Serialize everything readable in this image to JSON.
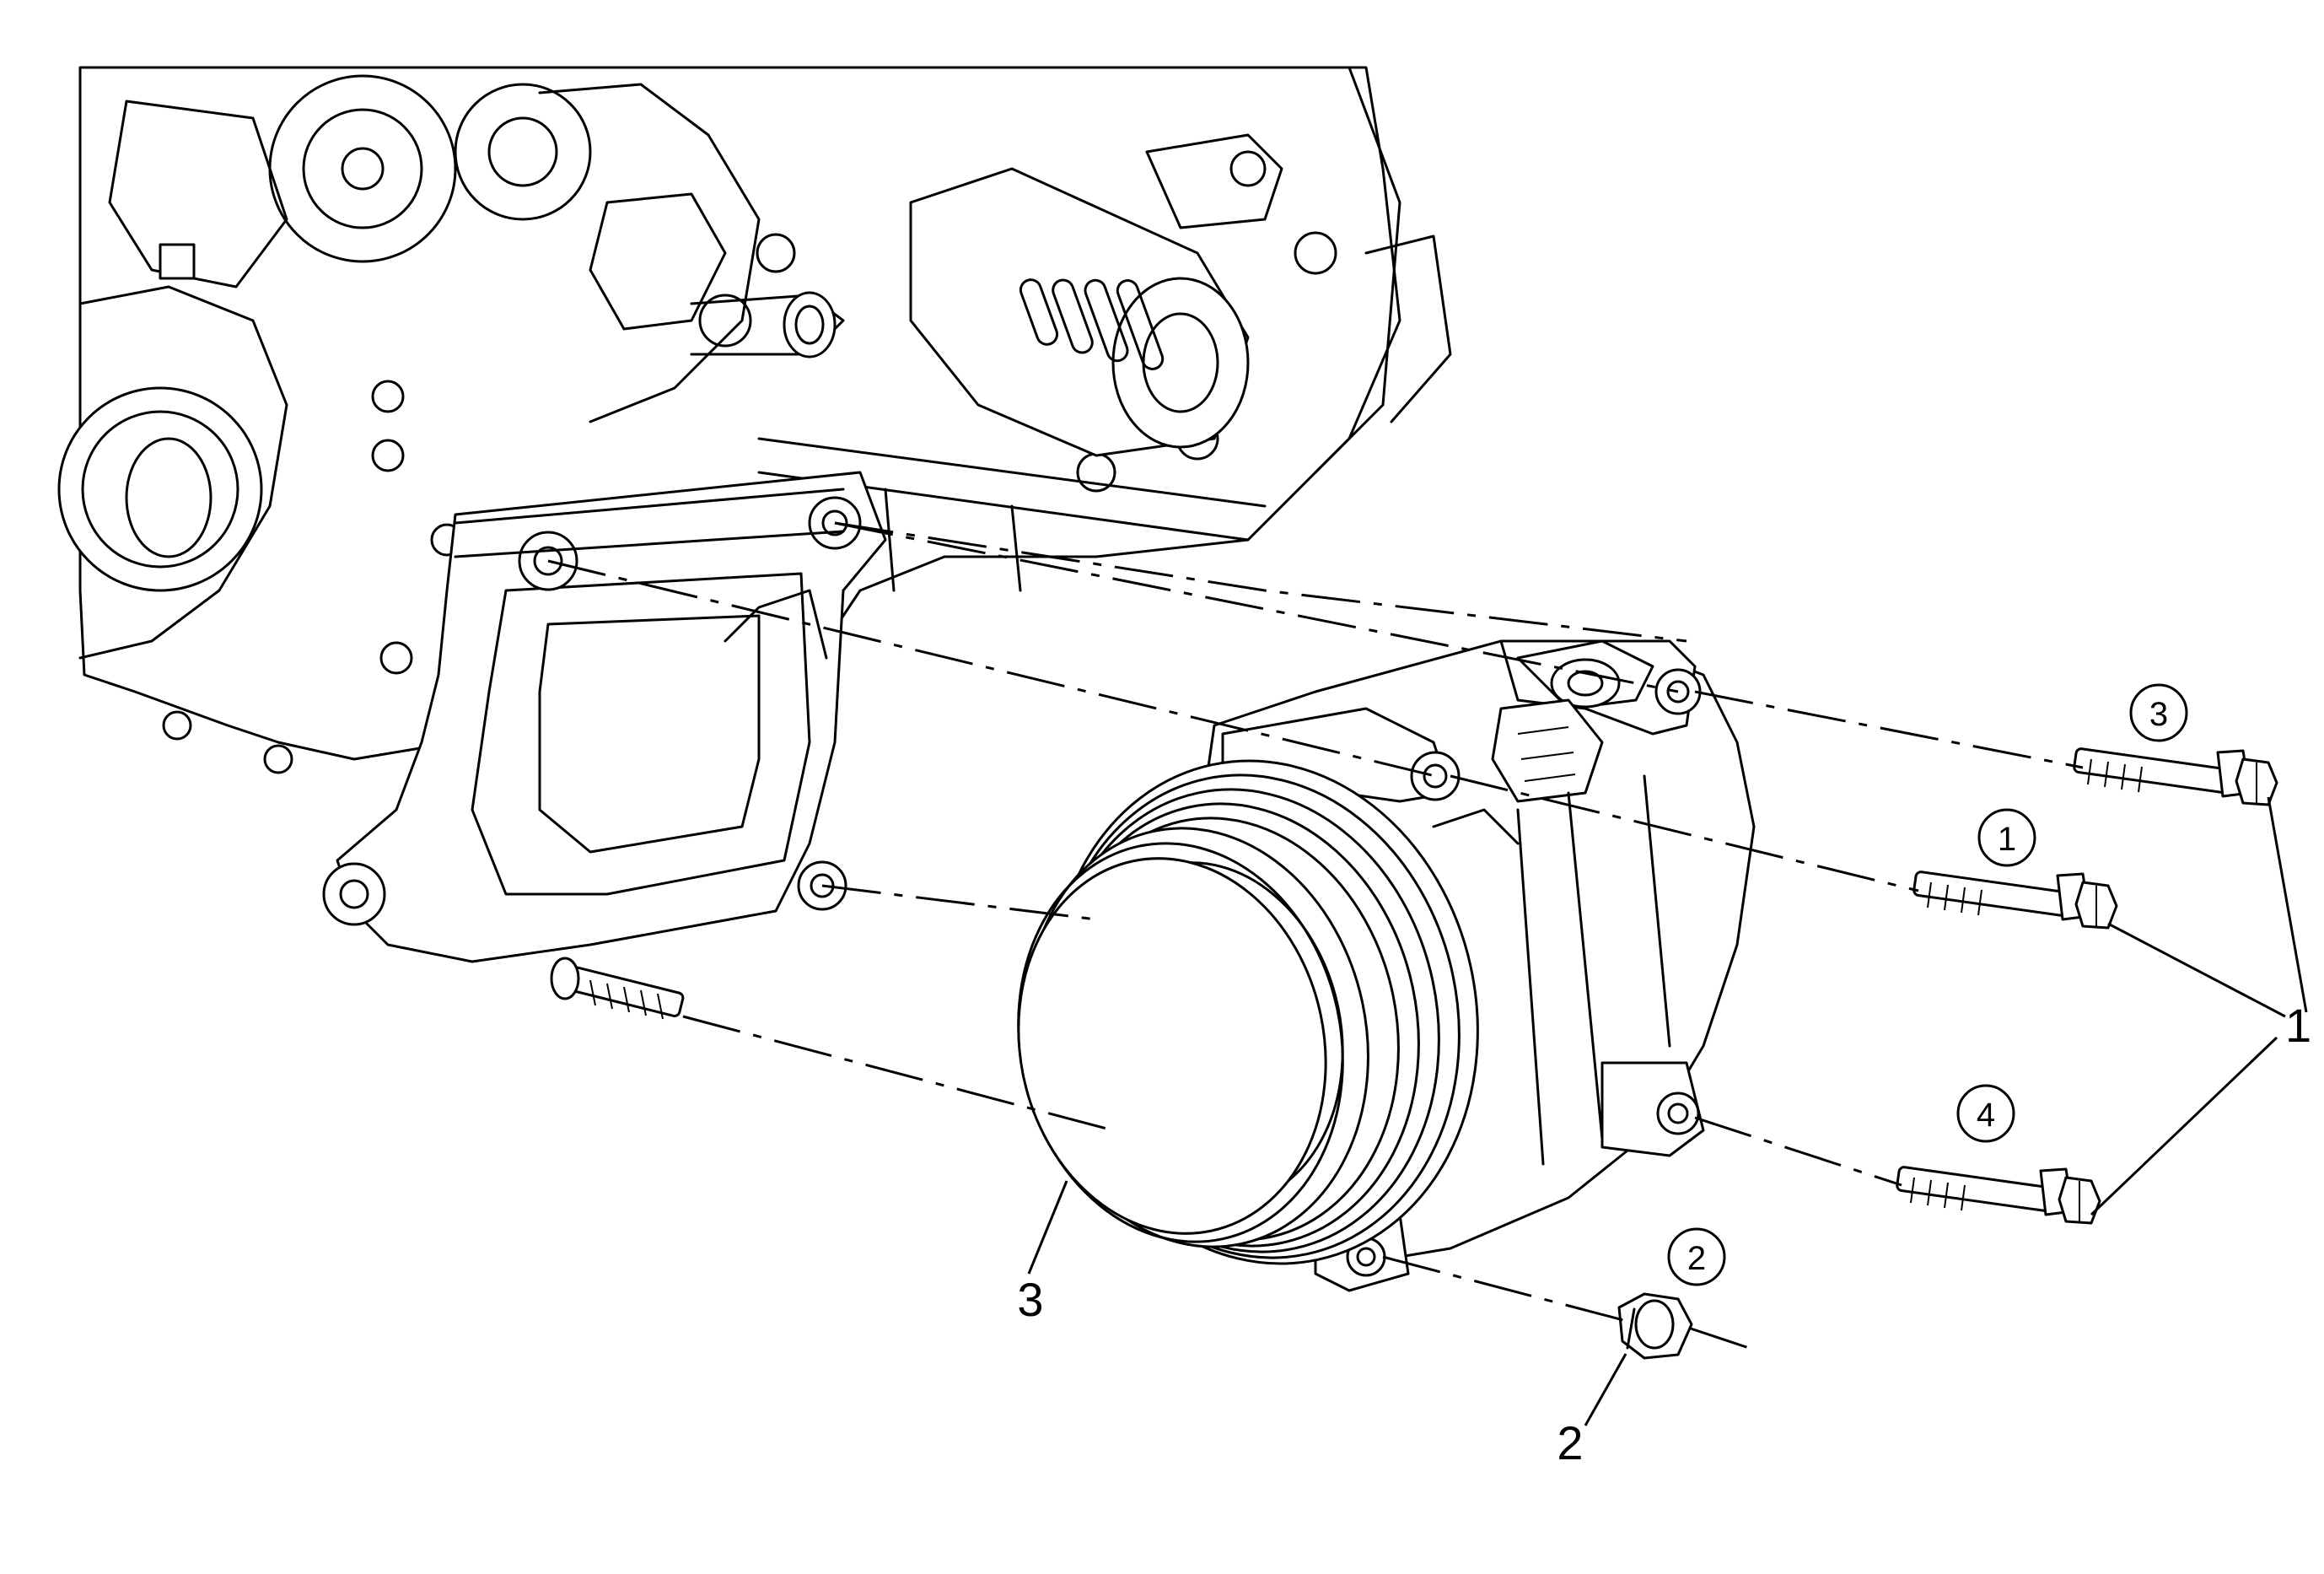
{
  "callouts": {
    "fasteners": "1",
    "nut": "2",
    "compressor": "3"
  },
  "sequence": {
    "bolt_upper_middle": "1",
    "nut": "2",
    "bolt_upper_rear": "3",
    "bolt_lower_rear": "4"
  }
}
